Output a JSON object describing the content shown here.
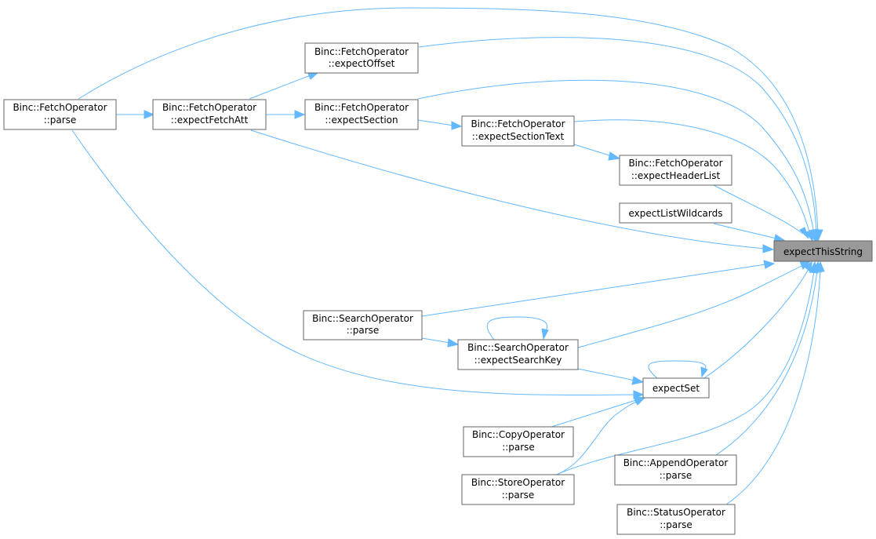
{
  "graph": {
    "root": "expectThisString",
    "nodes": [
      {
        "id": "fetch_parse",
        "lines": [
          "Binc::FetchOperator",
          "::parse"
        ]
      },
      {
        "id": "expect_fetch_att",
        "lines": [
          "Binc::FetchOperator",
          "::expectFetchAtt"
        ]
      },
      {
        "id": "expect_offset",
        "lines": [
          "Binc::FetchOperator",
          "::expectOffset"
        ]
      },
      {
        "id": "expect_section",
        "lines": [
          "Binc::FetchOperator",
          "::expectSection"
        ]
      },
      {
        "id": "expect_section_text",
        "lines": [
          "Binc::FetchOperator",
          "::expectSectionText"
        ]
      },
      {
        "id": "expect_header_list",
        "lines": [
          "Binc::FetchOperator",
          "::expectHeaderList"
        ]
      },
      {
        "id": "expect_list_wildcards",
        "lines": [
          "expectListWildcards"
        ]
      },
      {
        "id": "expect_this_string",
        "lines": [
          "expectThisString"
        ],
        "root": true
      },
      {
        "id": "search_parse",
        "lines": [
          "Binc::SearchOperator",
          "::parse"
        ]
      },
      {
        "id": "expect_search_key",
        "lines": [
          "Binc::SearchOperator",
          "::expectSearchKey"
        ]
      },
      {
        "id": "expect_set",
        "lines": [
          "expectSet"
        ]
      },
      {
        "id": "copy_parse",
        "lines": [
          "Binc::CopyOperator",
          "::parse"
        ]
      },
      {
        "id": "store_parse",
        "lines": [
          "Binc::StoreOperator",
          "::parse"
        ]
      },
      {
        "id": "append_parse",
        "lines": [
          "Binc::AppendOperator",
          "::parse"
        ]
      },
      {
        "id": "status_parse",
        "lines": [
          "Binc::StatusOperator",
          "::parse"
        ]
      }
    ],
    "edges": [
      {
        "from": "fetch_parse",
        "to": "expect_this_string"
      },
      {
        "from": "fetch_parse",
        "to": "expect_fetch_att"
      },
      {
        "from": "fetch_parse",
        "to": "expect_set"
      },
      {
        "from": "expect_fetch_att",
        "to": "expect_offset"
      },
      {
        "from": "expect_fetch_att",
        "to": "expect_section"
      },
      {
        "from": "expect_fetch_att",
        "to": "expect_this_string"
      },
      {
        "from": "expect_offset",
        "to": "expect_this_string"
      },
      {
        "from": "expect_section",
        "to": "expect_section_text"
      },
      {
        "from": "expect_section",
        "to": "expect_this_string"
      },
      {
        "from": "expect_section_text",
        "to": "expect_header_list"
      },
      {
        "from": "expect_section_text",
        "to": "expect_this_string"
      },
      {
        "from": "expect_header_list",
        "to": "expect_this_string"
      },
      {
        "from": "expect_list_wildcards",
        "to": "expect_this_string"
      },
      {
        "from": "search_parse",
        "to": "expect_this_string"
      },
      {
        "from": "search_parse",
        "to": "expect_search_key"
      },
      {
        "from": "expect_search_key",
        "to": "expect_search_key"
      },
      {
        "from": "expect_search_key",
        "to": "expect_this_string"
      },
      {
        "from": "expect_search_key",
        "to": "expect_set"
      },
      {
        "from": "expect_set",
        "to": "expect_set"
      },
      {
        "from": "expect_set",
        "to": "expect_this_string"
      },
      {
        "from": "copy_parse",
        "to": "expect_set"
      },
      {
        "from": "store_parse",
        "to": "expect_set"
      },
      {
        "from": "store_parse",
        "to": "expect_this_string"
      },
      {
        "from": "append_parse",
        "to": "expect_this_string"
      },
      {
        "from": "status_parse",
        "to": "expect_this_string"
      }
    ]
  },
  "colors": {
    "edge": "#63b8ff",
    "node_border": "#666666",
    "node_fill": "#ffffff",
    "root_fill": "#999999",
    "text": "#000000"
  }
}
